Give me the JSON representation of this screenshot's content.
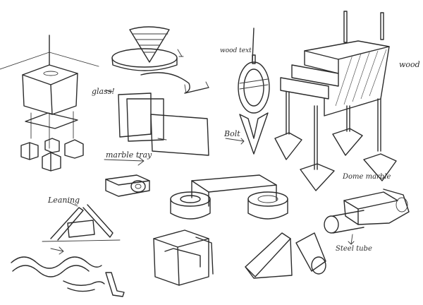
{
  "annotations": {
    "glass": "glass!",
    "marble_tray": "marble tray",
    "leaning": "Leaning",
    "wood_text": "wood text",
    "bolt": "Bolt",
    "wood": "wood",
    "dome_marble": "Dome marble",
    "steel_tube": "Steel tube"
  },
  "colors": {
    "ink": "#2b2b2b",
    "paper": "#ffffff"
  }
}
